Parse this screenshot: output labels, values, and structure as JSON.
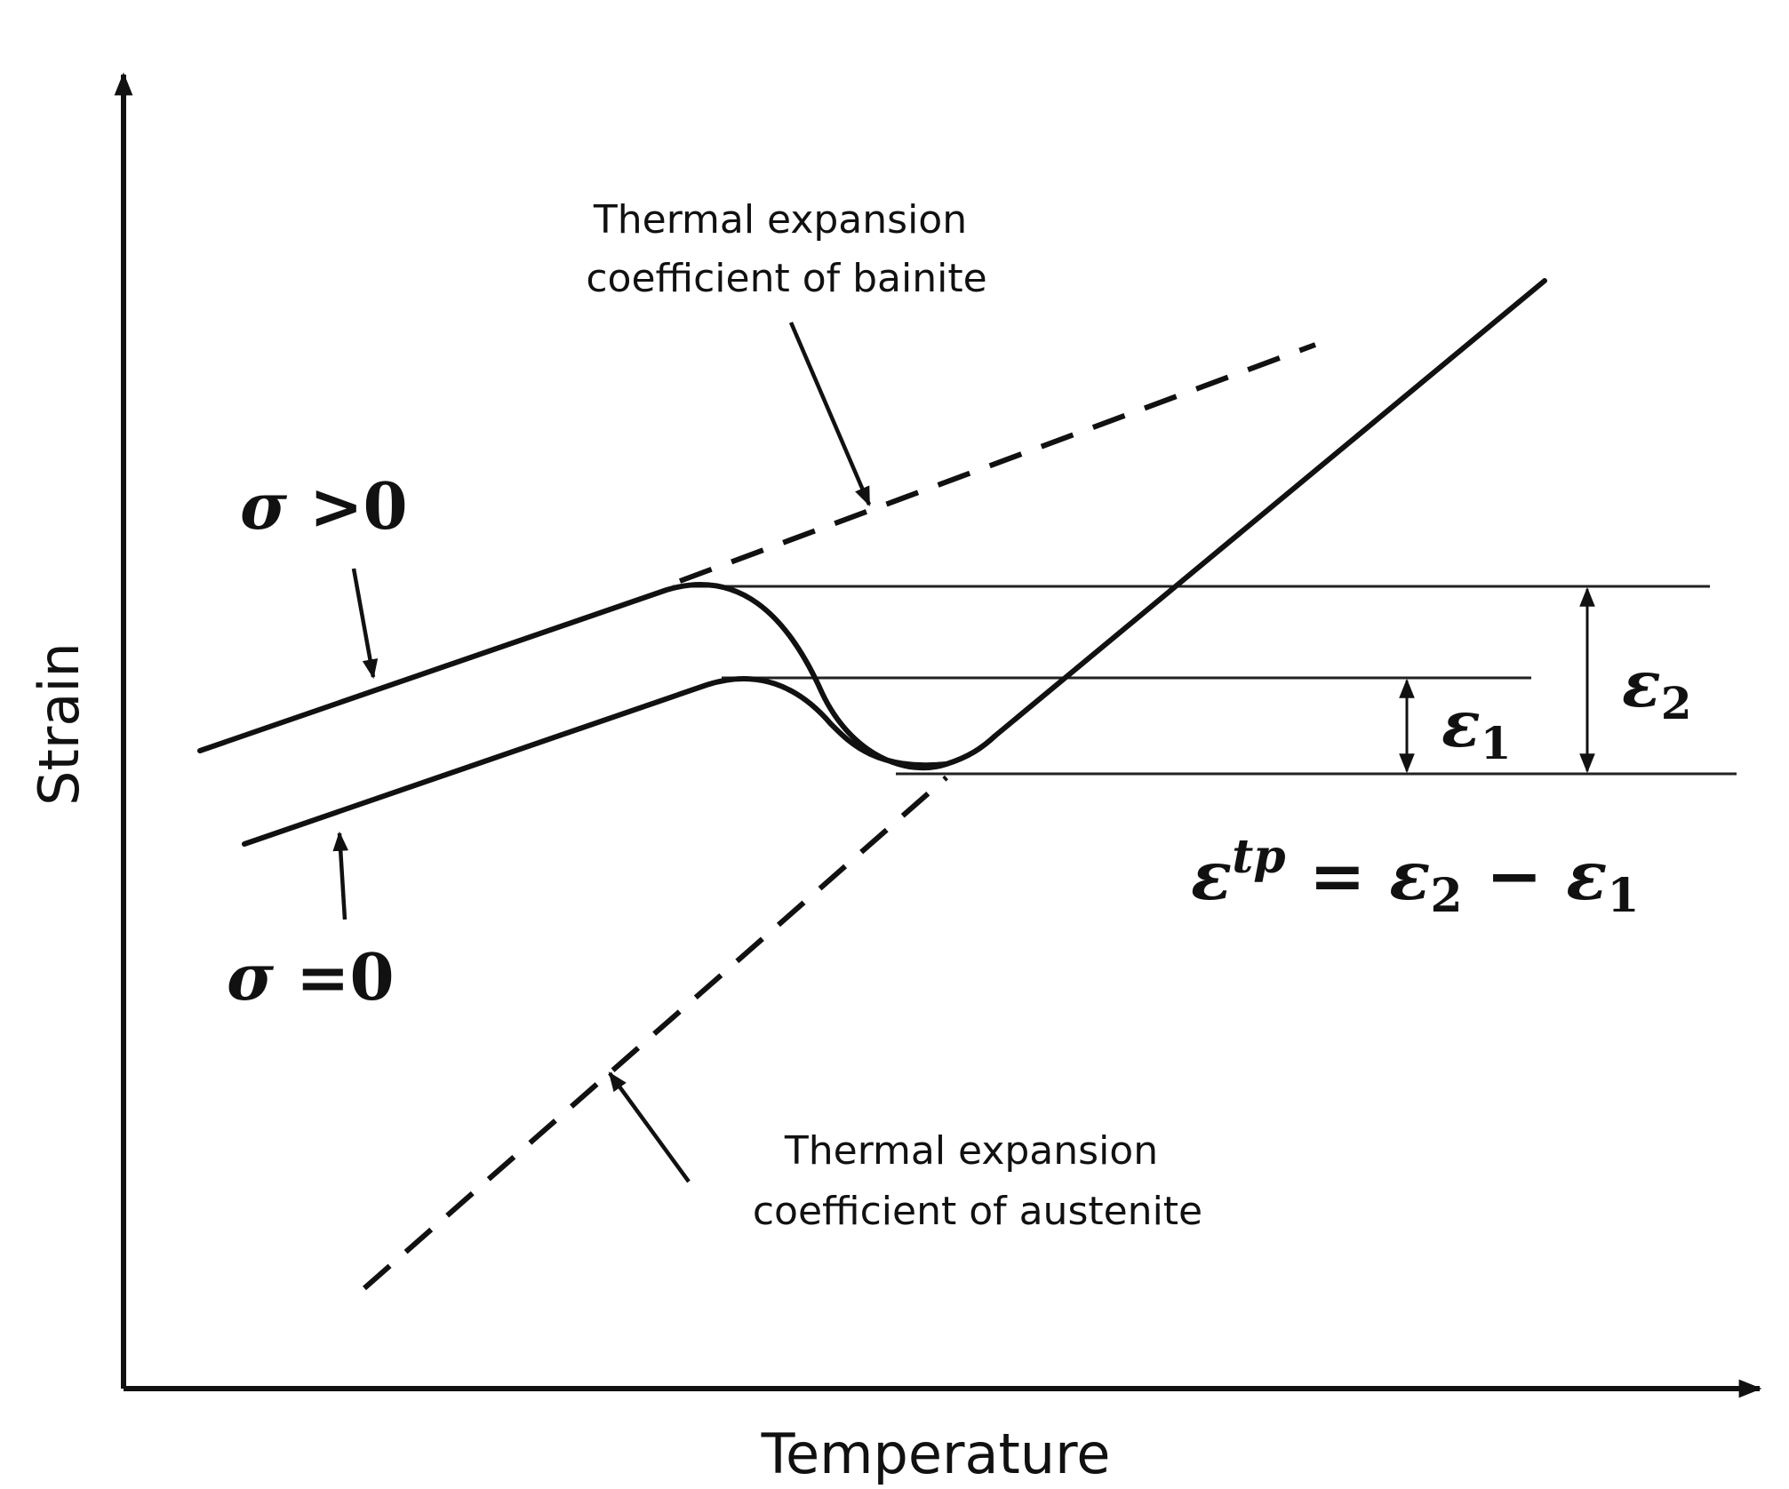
{
  "axes": {
    "x_label": "Temperature",
    "y_label": "Strain"
  },
  "annotations": {
    "bainite_label": [
      "Thermal expansion",
      "coefficient of bainite"
    ],
    "austenite_label": [
      "Thermal expansion",
      "coefficient of austenite"
    ],
    "sigma_positive": {
      "symbol": "σ",
      "rest": " >0"
    },
    "sigma_zero": {
      "symbol": "σ",
      "rest": " =0"
    },
    "epsilon_1": {
      "symbol": "ε",
      "sub": "1"
    },
    "epsilon_2": {
      "symbol": "ε",
      "sub": "2"
    },
    "formula": {
      "lhs": "ε",
      "lhs_sup": "tp",
      "equals": " = ",
      "term1": "ε",
      "term1_sub": "2",
      "minus": " − ",
      "term2": "ε",
      "term2_sub": "1"
    }
  },
  "colors": {
    "ink": "#111111",
    "background": "#ffffff"
  }
}
